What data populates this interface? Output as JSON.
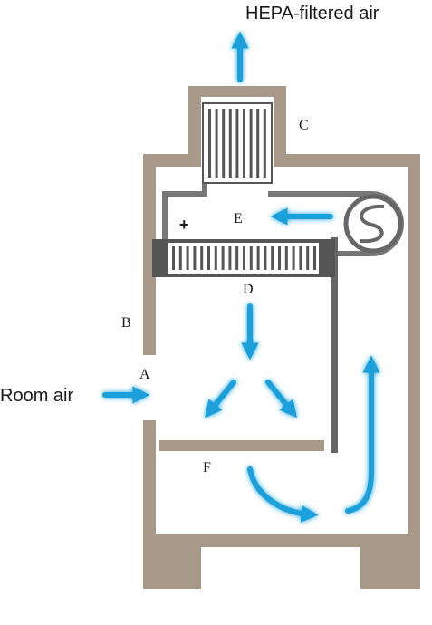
{
  "labels": {
    "hepa_air": "HEPA-filtered air",
    "room_air": "Room air",
    "a": "A",
    "b": "B",
    "c": "C",
    "d": "D",
    "e": "E",
    "f": "F",
    "plus": "+"
  },
  "colors": {
    "cabinet": "#a89888",
    "arrow": "#1aa0dc",
    "filter": "#555555",
    "panel": "#666666"
  },
  "icons": {
    "blower": "blower-fan-icon",
    "filter": "hepa-filter-icon"
  }
}
